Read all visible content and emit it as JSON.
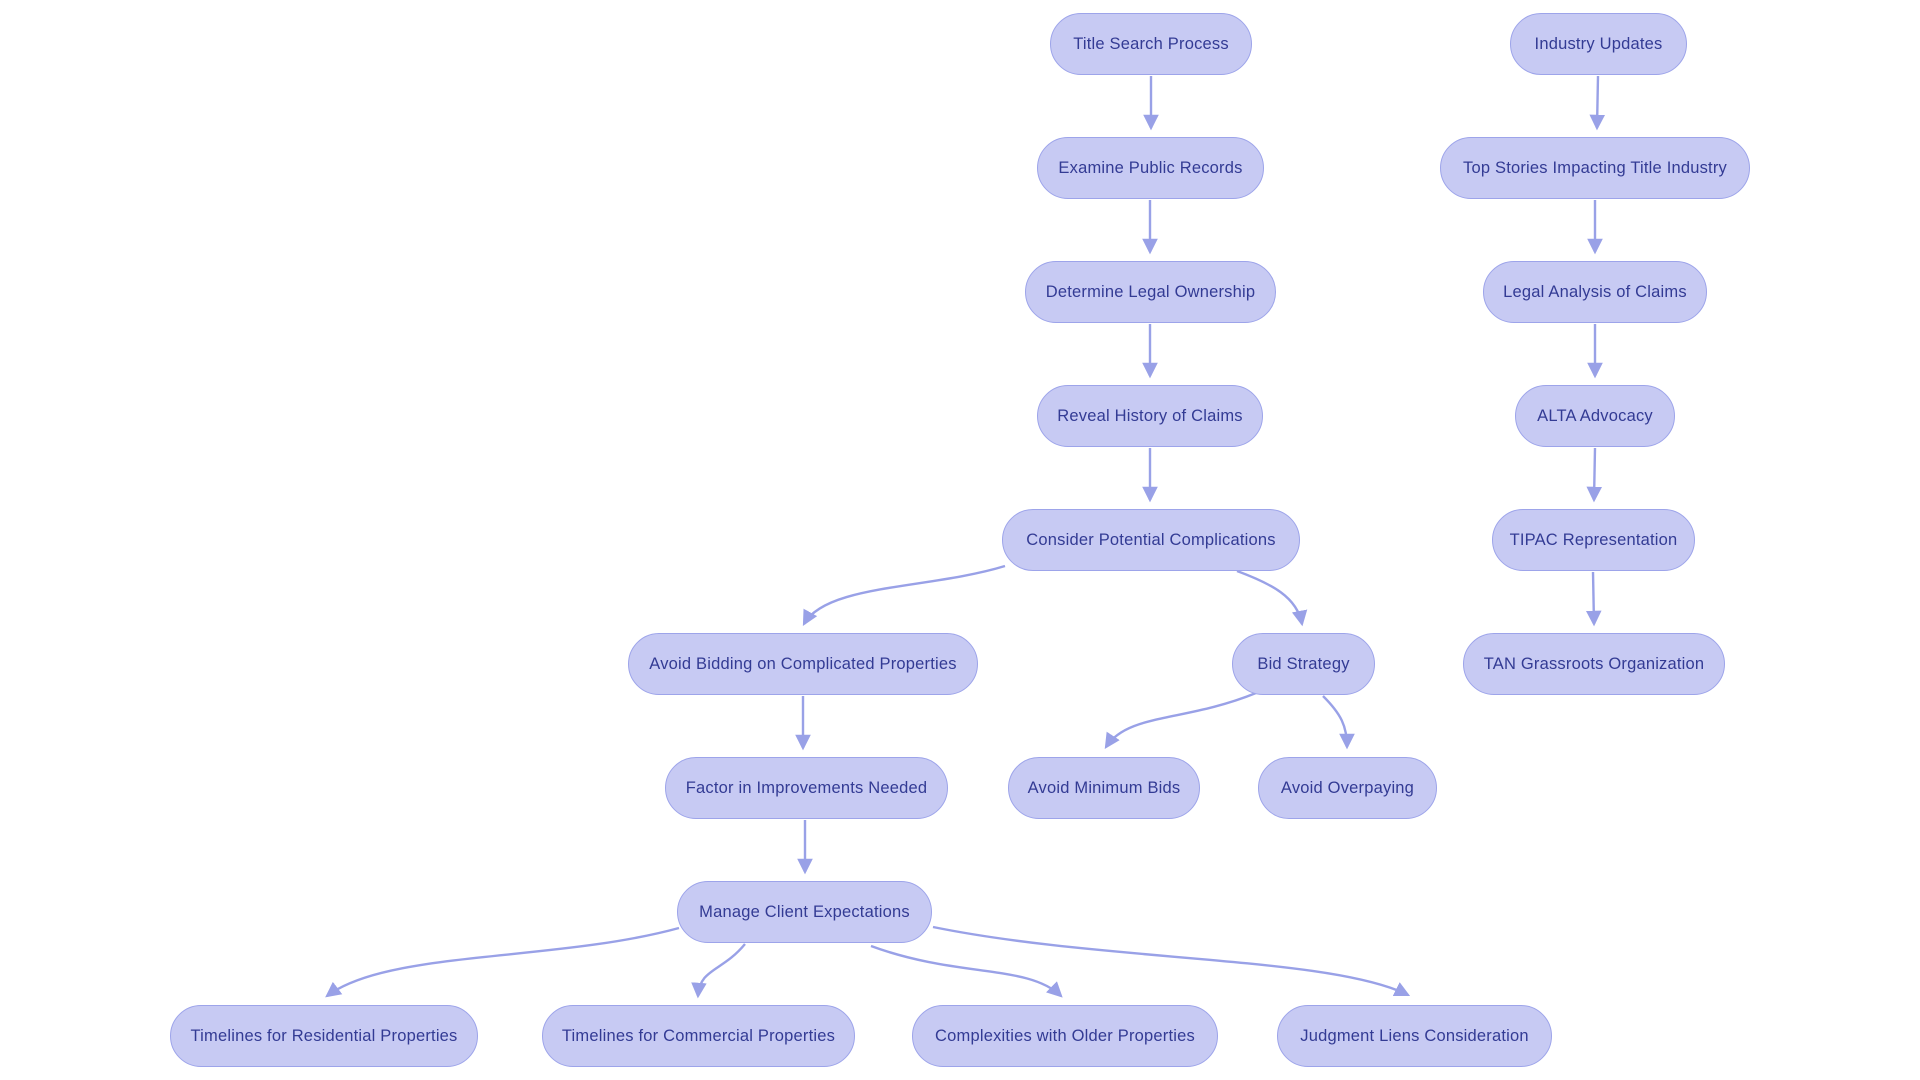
{
  "diagram": {
    "type": "flowchart",
    "background_color": "#ffffff",
    "node_fill_color": "#c7caf3",
    "node_border_color": "#9da4ea",
    "node_text_color": "#333b94",
    "edge_color": "#99a1e7",
    "nodes": [
      {
        "id": "title-search-process",
        "label": "Title Search Process"
      },
      {
        "id": "examine-public-records",
        "label": "Examine Public Records"
      },
      {
        "id": "determine-legal-ownership",
        "label": "Determine Legal Ownership"
      },
      {
        "id": "reveal-history-of-claims",
        "label": "Reveal History of Claims"
      },
      {
        "id": "consider-potential-complications",
        "label": "Consider Potential Complications"
      },
      {
        "id": "avoid-bidding-on-complicated-properties",
        "label": "Avoid Bidding on Complicated Properties"
      },
      {
        "id": "bid-strategy",
        "label": "Bid Strategy"
      },
      {
        "id": "factor-in-improvements-needed",
        "label": "Factor in Improvements Needed"
      },
      {
        "id": "avoid-minimum-bids",
        "label": "Avoid Minimum Bids"
      },
      {
        "id": "avoid-overpaying",
        "label": "Avoid Overpaying"
      },
      {
        "id": "manage-client-expectations",
        "label": "Manage Client Expectations"
      },
      {
        "id": "timelines-for-residential-properties",
        "label": "Timelines for Residential Properties"
      },
      {
        "id": "timelines-for-commercial-properties",
        "label": "Timelines for Commercial Properties"
      },
      {
        "id": "complexities-with-older-properties",
        "label": "Complexities with Older Properties"
      },
      {
        "id": "judgment-liens-consideration",
        "label": "Judgment Liens Consideration"
      },
      {
        "id": "industry-updates",
        "label": "Industry Updates"
      },
      {
        "id": "top-stories-impacting-title-industry",
        "label": "Top Stories Impacting Title Industry"
      },
      {
        "id": "legal-analysis-of-claims",
        "label": "Legal Analysis of Claims"
      },
      {
        "id": "alta-advocacy",
        "label": "ALTA Advocacy"
      },
      {
        "id": "tipac-representation",
        "label": "TIPAC Representation"
      },
      {
        "id": "tan-grassroots-organization",
        "label": "TAN Grassroots Organization"
      }
    ],
    "edges": [
      {
        "from": "title-search-process",
        "to": "examine-public-records"
      },
      {
        "from": "examine-public-records",
        "to": "determine-legal-ownership"
      },
      {
        "from": "determine-legal-ownership",
        "to": "reveal-history-of-claims"
      },
      {
        "from": "reveal-history-of-claims",
        "to": "consider-potential-complications"
      },
      {
        "from": "consider-potential-complications",
        "to": "avoid-bidding-on-complicated-properties"
      },
      {
        "from": "consider-potential-complications",
        "to": "bid-strategy"
      },
      {
        "from": "avoid-bidding-on-complicated-properties",
        "to": "factor-in-improvements-needed"
      },
      {
        "from": "bid-strategy",
        "to": "avoid-minimum-bids"
      },
      {
        "from": "bid-strategy",
        "to": "avoid-overpaying"
      },
      {
        "from": "factor-in-improvements-needed",
        "to": "manage-client-expectations"
      },
      {
        "from": "manage-client-expectations",
        "to": "timelines-for-residential-properties"
      },
      {
        "from": "manage-client-expectations",
        "to": "timelines-for-commercial-properties"
      },
      {
        "from": "manage-client-expectations",
        "to": "complexities-with-older-properties"
      },
      {
        "from": "manage-client-expectations",
        "to": "judgment-liens-consideration"
      },
      {
        "from": "industry-updates",
        "to": "top-stories-impacting-title-industry"
      },
      {
        "from": "top-stories-impacting-title-industry",
        "to": "legal-analysis-of-claims"
      },
      {
        "from": "legal-analysis-of-claims",
        "to": "alta-advocacy"
      },
      {
        "from": "alta-advocacy",
        "to": "tipac-representation"
      },
      {
        "from": "tipac-representation",
        "to": "tan-grassroots-organization"
      }
    ]
  }
}
